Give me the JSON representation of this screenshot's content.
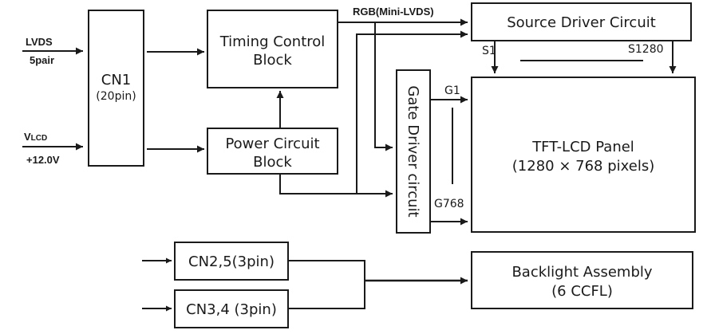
{
  "diagram": {
    "inputs": {
      "lvds": {
        "label": "LVDS",
        "sublabel": "5pair"
      },
      "vlcd": {
        "label_main": "V",
        "label_sub": "LCD",
        "sublabel": "+12.0V"
      }
    },
    "blocks": {
      "cn1": {
        "title": "CN1",
        "subtitle": "(20pin)"
      },
      "timing": {
        "line1": "Timing Control",
        "line2": "Block"
      },
      "power": {
        "line1": "Power Circuit",
        "line2": "Block"
      },
      "source_driver": {
        "title": "Source Driver Circuit"
      },
      "gate_driver": {
        "title": "Gate Driver circuit"
      },
      "panel": {
        "line1": "TFT-LCD Panel",
        "line2": "(1280 × 768 pixels)"
      },
      "cn25": {
        "title": "CN2,5(3pin)"
      },
      "cn34": {
        "title": "CN3,4 (3pin)"
      },
      "backlight": {
        "line1": "Backlight Assembly",
        "line2": "(6 CCFL)"
      }
    },
    "signals": {
      "rgb": "RGB(Mini-LVDS)",
      "s_first": "S1",
      "s_last": "S1280",
      "g_first": "G1",
      "g_last": "G768"
    }
  }
}
